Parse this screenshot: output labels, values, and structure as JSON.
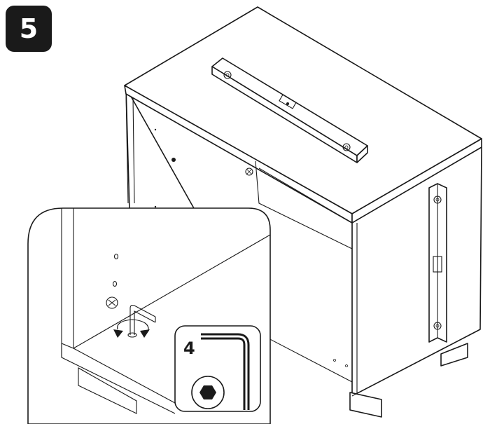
{
  "step": {
    "number": "5"
  },
  "tool_callout": {
    "size_label": "4",
    "tool": "allen-key",
    "head_shape": "hexagon"
  },
  "colors": {
    "ink": "#1a1a1a",
    "paper": "#ffffff"
  }
}
